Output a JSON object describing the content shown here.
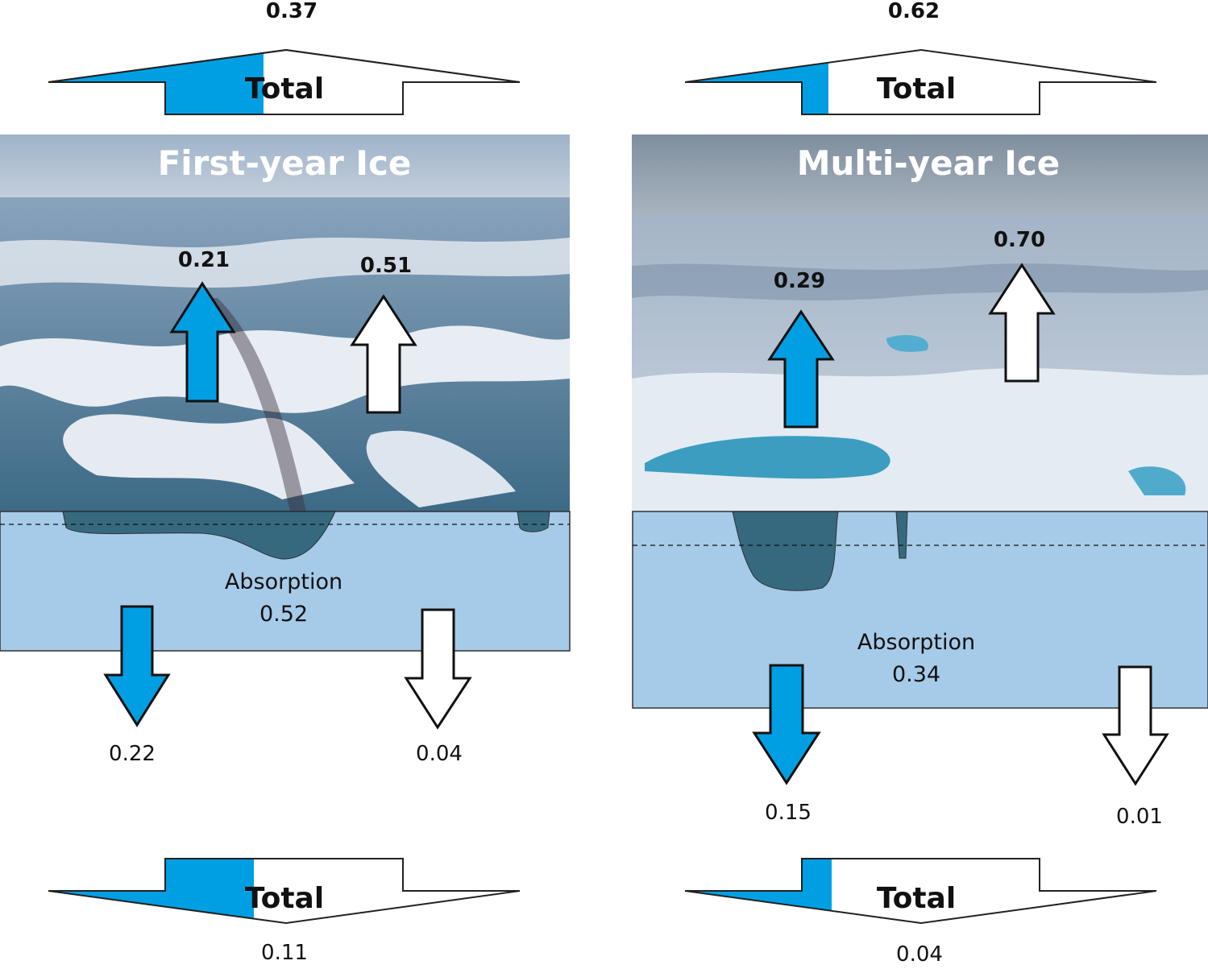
{
  "colors": {
    "accent_blue": "#009fe3",
    "water": "#a6cbe8",
    "pond": "#2a5f73"
  },
  "panels": [
    {
      "title": "First-year Ice",
      "top_total": {
        "label": "Total",
        "value": "0.37"
      },
      "up_blue": "0.21",
      "up_white": "0.51",
      "absorption_label": "Absorption",
      "absorption_value": "0.52",
      "down_blue": "0.22",
      "down_white": "0.04",
      "bottom_total": {
        "label": "Total",
        "value": "0.11"
      }
    },
    {
      "title": "Multi-year Ice",
      "top_total": {
        "label": "Total",
        "value": "0.62"
      },
      "up_blue": "0.29",
      "up_white": "0.70",
      "absorption_label": "Absorption",
      "absorption_value": "0.34",
      "down_blue": "0.15",
      "down_white": "0.01",
      "bottom_total": {
        "label": "Total",
        "value": "0.04"
      }
    }
  ]
}
